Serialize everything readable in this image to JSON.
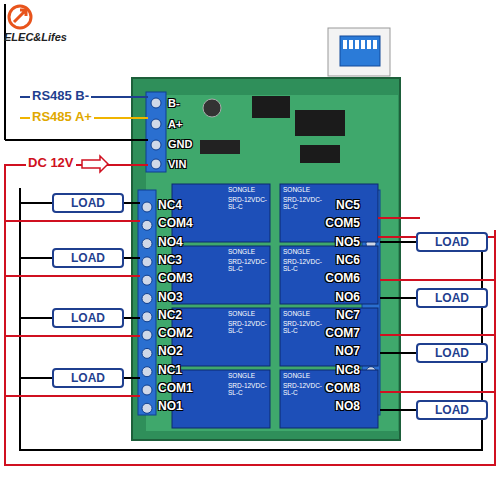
{
  "diagram": {
    "nodes": [
      {
        "text": [
          "LOAD"
        ]
      },
      {
        "text": [
          "LOAD"
        ]
      },
      {
        "text": [
          "LOAD"
        ]
      },
      {
        "text": [
          "LOAD"
        ]
      },
      {
        "text": [
          "LOAD"
        ]
      },
      {
        "text": [
          "LOAD"
        ]
      },
      {
        "text": [
          "LOAD"
        ]
      },
      {
        "text": [
          "LOAD"
        ]
      }
    ],
    "labels": [
      "ELEC&Lifes",
      "RS485 B-",
      "RS485 A+",
      "DC 12V",
      "B-",
      "A+",
      "GND",
      "VIN",
      "NC4",
      "COM4",
      "NO4",
      "NC3",
      "COM3",
      "NO3",
      "NC2",
      "COM2",
      "NO2",
      "NC1",
      "COM1",
      "NO1",
      "NC5",
      "COM5",
      "NO5",
      "NC6",
      "COM6",
      "NO6",
      "NC7",
      "COM7",
      "NO7",
      "NC8",
      "COM8",
      "NO8",
      "SONGLE",
      "SRD-12VDC-SL-C",
      "SONGLE",
      "SRD-12VDC-SL-C",
      "SONGLE",
      "SRD-12VDC-SL-C",
      "SONGLE",
      "SRD-12VDC-SL-C",
      "SONGLE",
      "SRD-12VDC-SL-C",
      "SONGLE",
      "SRD-12VDC-SL-C",
      "SONGLE",
      "SRD-12VDC-SL-C",
      "SONGLE",
      "SRD-12VDC-SL-C"
    ]
  }
}
